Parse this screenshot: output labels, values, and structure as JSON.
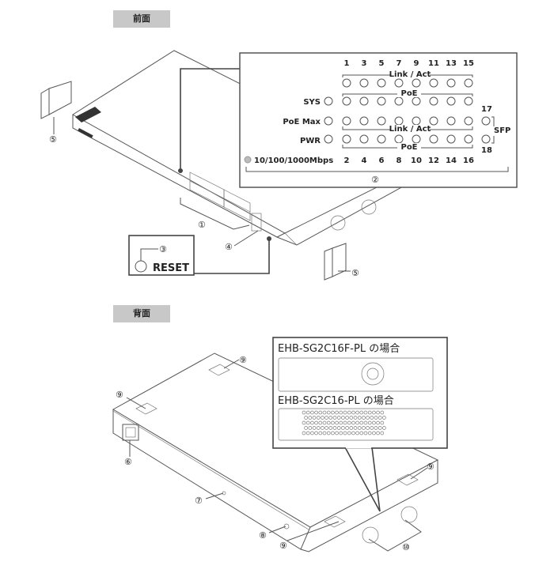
{
  "sections": {
    "front": "前面",
    "back": "背面"
  },
  "led_panel": {
    "top_ports": [
      "1",
      "3",
      "5",
      "7",
      "9",
      "11",
      "13",
      "15"
    ],
    "bottom_ports": [
      "2",
      "4",
      "6",
      "8",
      "10",
      "12",
      "14",
      "16"
    ],
    "group_labels": {
      "link_act_top": "Link / Act",
      "poe_top": "PoE",
      "link_act_bottom": "Link / Act",
      "poe_bottom": "PoE"
    },
    "status_leds": [
      "SYS",
      "PoE Max",
      "PWR"
    ],
    "sfp_ports": [
      "17",
      "18"
    ],
    "sfp_label": "SFP",
    "speed_legend": "10/100/1000Mbps",
    "callout": "②"
  },
  "front_callouts": {
    "ports": "①",
    "reset_num": "③",
    "reset_label": "RESET",
    "sfp_slots": "④",
    "bracket_left": "⑤",
    "bracket_right": "⑤"
  },
  "back_callouts": {
    "power_inlet": "⑥",
    "lock_slot": "⑦",
    "ground": "⑧",
    "feet": [
      "⑨",
      "⑨",
      "⑨",
      "⑨"
    ],
    "fans": "⑩"
  },
  "inset": {
    "model_fan": "EHB-SG2C16F-PL の場合",
    "model_vent": "EHB-SG2C16-PL の場合"
  },
  "colors": {
    "tag_bg": "#c8c8c8",
    "line": "#555555",
    "speed_led": "#bbbbbb"
  }
}
